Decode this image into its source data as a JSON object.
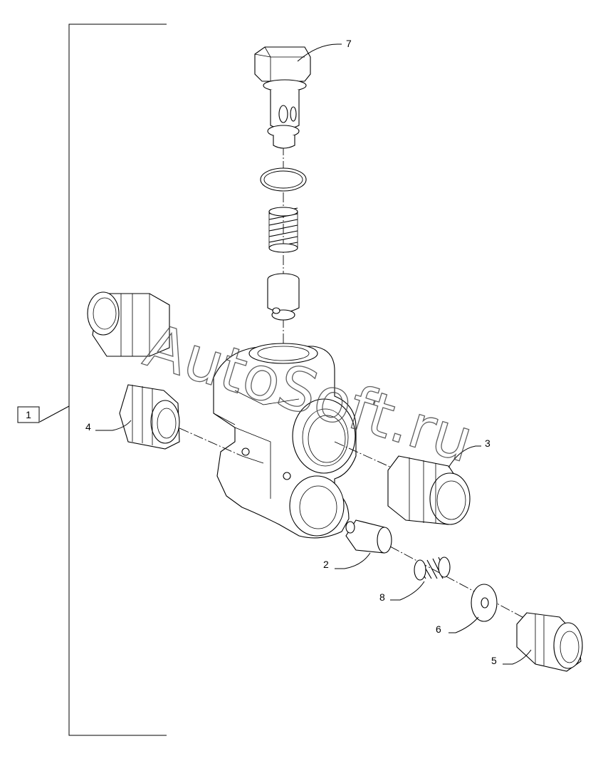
{
  "assembly": {
    "label": "1"
  },
  "callouts": [
    {
      "id": "7",
      "part": "relief-valve-plug"
    },
    {
      "id": "4",
      "part": "fitting-left"
    },
    {
      "id": "3",
      "part": "fitting-right"
    },
    {
      "id": "2",
      "part": "check-poppet"
    },
    {
      "id": "8",
      "part": "spring-small"
    },
    {
      "id": "6",
      "part": "washer"
    },
    {
      "id": "5",
      "part": "fitting-bottom"
    }
  ],
  "watermark": {
    "text": "AutoSoft.ru"
  }
}
